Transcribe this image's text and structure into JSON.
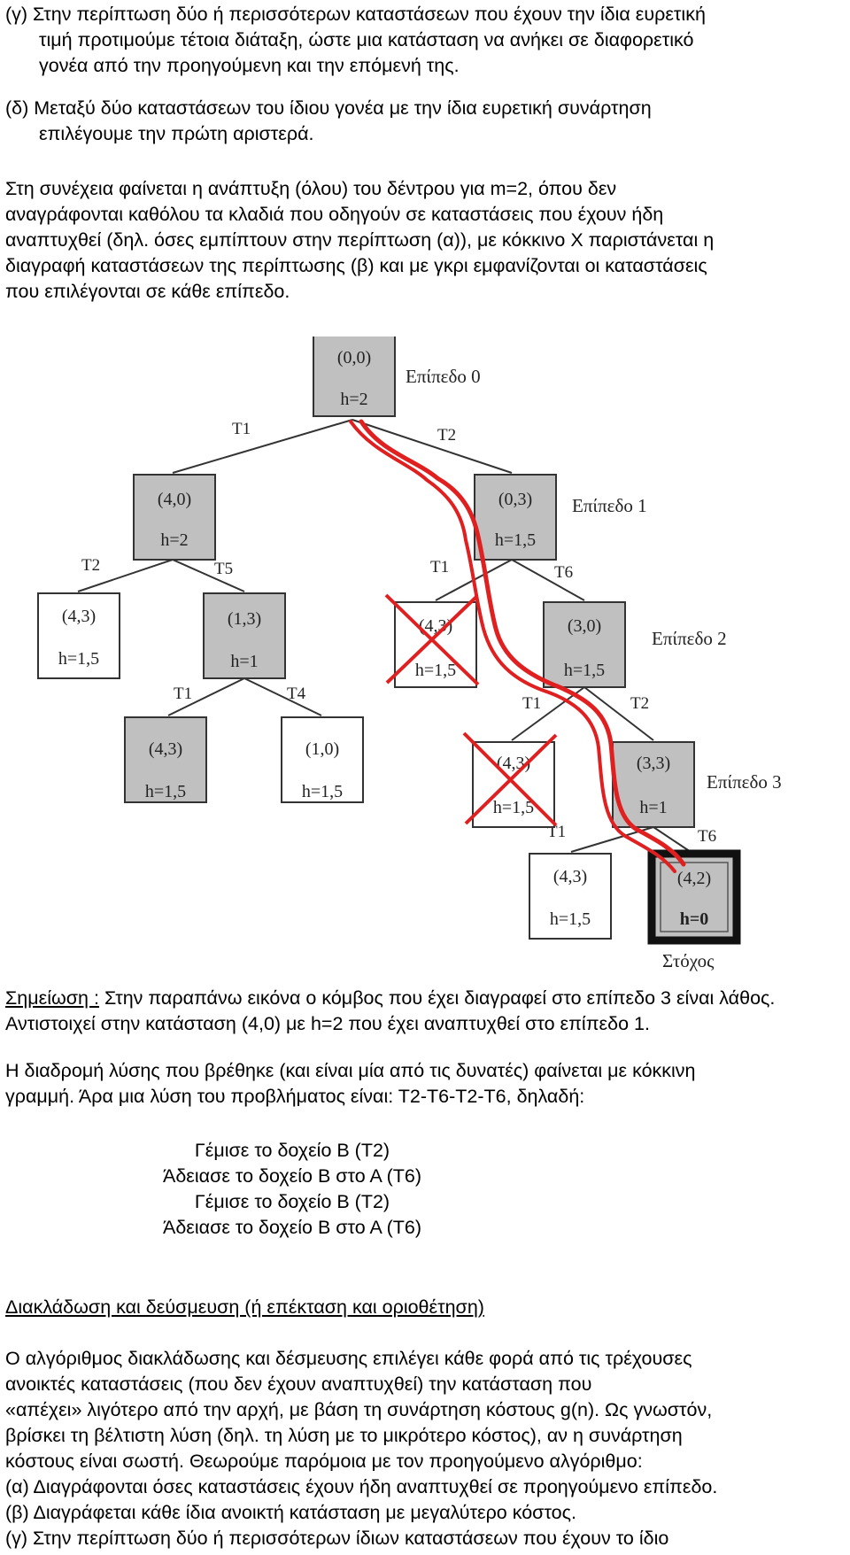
{
  "para_c": {
    "lines": [
      "(γ) Στην περίπτωση δύο ή περισσότερων καταστάσεων που έχουν την ίδια ευρετική",
      "τιμή προτιμούμε τέτοια διάταξη, ώστε μια κατάσταση να ανήκει σε διαφορετικό",
      "γονέα από την προηγούμενη και την επόμενή της."
    ]
  },
  "para_d": {
    "lines": [
      "(δ) Μεταξύ δύο καταστάσεων του ίδιου γονέα  με την ίδια ευρετική συνάρτηση",
      "επιλέγουμε την πρώτη αριστερά."
    ]
  },
  "para_intro": {
    "lines": [
      "Στη συνέχεια φαίνεται η ανάπτυξη (όλου) του δέντρου για m=2, όπου δεν",
      "αναγράφονται καθόλου τα κλαδιά που οδηγούν σε καταστάσεις που έχουν ήδη",
      "αναπτυχθεί (δηλ. όσες εμπίπτουν στην περίπτωση (α)), με κόκκινο Χ παριστάνεται η",
      "διαγραφή καταστάσεων της περίπτωσης (β) και με γκρι  εμφανίζονται οι καταστάσεις",
      "που επιλέγονται σε κάθε επίπεδο."
    ]
  },
  "tree": {
    "nodes": [
      {
        "state": "(0,0)",
        "h": "h=2"
      },
      {
        "state": "(4,0)",
        "h": "h=2"
      },
      {
        "state": "(0,3)",
        "h": "h=1,5"
      },
      {
        "state": "(4,3)",
        "h": "h=1,5"
      },
      {
        "state": "(1,3)",
        "h": "h=1"
      },
      {
        "state": "(4,3)",
        "h": "h=1,5"
      },
      {
        "state": "(3,0)",
        "h": "h=1,5"
      },
      {
        "state": "(4,3)",
        "h": "h=1,5"
      },
      {
        "state": "(1,0)",
        "h": "h=1,5"
      },
      {
        "state": "(4,3)",
        "h": "h=1,5"
      },
      {
        "state": "(3,3)",
        "h": "h=1"
      },
      {
        "state": "(4,3)",
        "h": "h=1,5"
      },
      {
        "state": "(4,2)",
        "h": "h=0"
      }
    ],
    "edges": [
      "T1",
      "T2",
      "T2",
      "T5",
      "T1",
      "T6",
      "T1",
      "T4",
      "T1",
      "T2",
      "T1",
      "T6"
    ],
    "levels": [
      "Επίπεδο 0",
      "Επίπεδο 1",
      "Επίπεδο 2",
      "Επίπεδο 3"
    ],
    "goal_label": "Στόχος",
    "colors": {
      "selected_fill": "#c0c0c0",
      "path_red": "#e02020",
      "cross_red": "#e02020"
    }
  },
  "note": {
    "prefix": "Σημείωση :",
    "line1": " Στην παραπάνω εικόνα ο κόμβος που έχει διαγραφεί στο επίπεδο 3 είναι λάθος.",
    "line2": "Αντιστοιχεί στην κατάσταση (4,0) με h=2 που έχει αναπτυχθεί στο επίπεδο 1."
  },
  "para_path": {
    "lines": [
      "Η διαδρομή λύσης που βρέθηκε (και είναι μία από τις δυνατές) φαίνεται με κόκκινη",
      "γραμμή. Άρα μια λύση του προβλήματος είναι: Τ2-Τ6-Τ2-Τ6, δηλαδή:"
    ]
  },
  "steps": [
    "Γέμισε το δοχείο Β (Τ2)",
    "Άδειασε το δοχείο Β στο Α (Τ6)",
    "Γέμισε το δοχείο Β (Τ2)",
    "Άδειασε το δοχείο Β στο Α (Τ6)"
  ],
  "section_heading": "Διακλάδωση και δεύσμευση (ή επέκταση και οριοθέτηση)",
  "para_bnb": {
    "lines": [
      "Ο αλγόριθμος διακλάδωσης και δέσμευσης επιλέγει κάθε φορά από τις τρέχουσες",
      "ανοικτές καταστάσεις (που δεν έχουν αναπτυχθεί) την κατάσταση που",
      "«απέχει» λιγότερο από την αρχή, με βάση τη συνάρτηση κόστους g(n). Ως γνωστόν,",
      "βρίσκει τη βέλτιστη λύση (δηλ. τη λύση με το μικρότερο κόστος), αν η συνάρτηση",
      "κόστους είναι σωστή. Θεωρούμε παρόμοια με τον προηγούμενο αλγόριθμο:",
      "(α) Διαγράφονται όσες καταστάσεις έχουν ήδη αναπτυχθεί σε προηγούμενο επίπεδο.",
      "(β) Διαγράφεται κάθε ίδια ανοικτή κατάσταση με μεγαλύτερο κόστος.",
      "(γ) Στην περίπτωση δύο ή περισσότερων ίδιων καταστάσεων που έχουν το ίδιο"
    ]
  }
}
